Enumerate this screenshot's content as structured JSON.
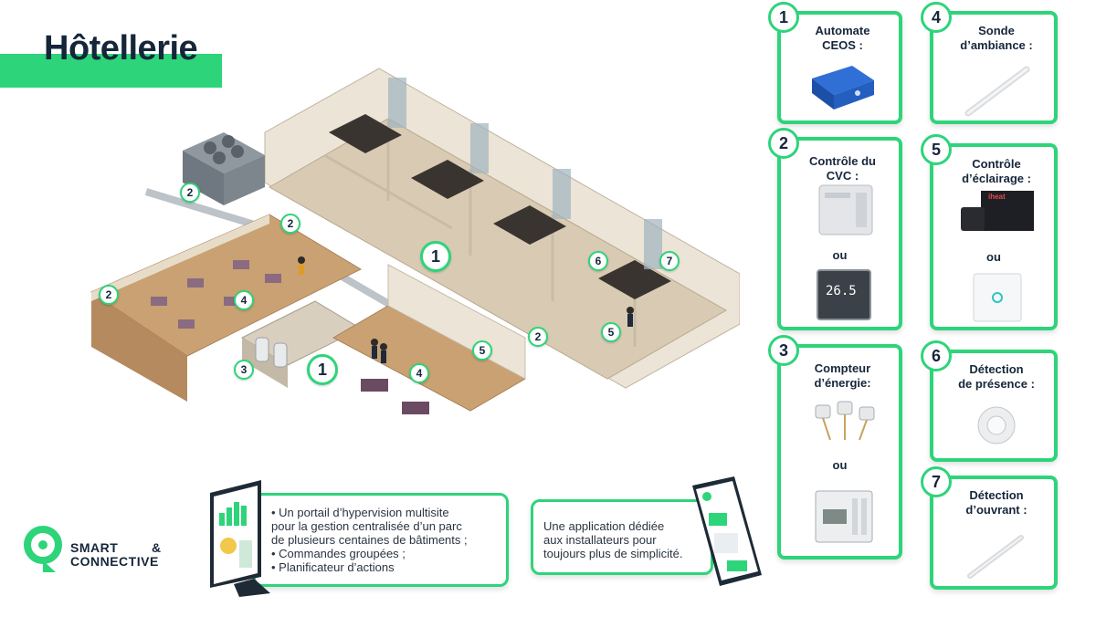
{
  "title": "Hôtellerie",
  "colors": {
    "accent": "#2ed47a",
    "dark": "#16263a",
    "floor": "#c9a172",
    "wall": "#ece4d6"
  },
  "scene_markers": [
    "2",
    "2",
    "2",
    "4",
    "3",
    "1",
    "4",
    "5",
    "1",
    "2",
    "6",
    "7",
    "5"
  ],
  "cards": [
    {
      "num": "1",
      "title_l1": "Automate",
      "title_l2": "CEOS :",
      "icon": "controller-box-icon"
    },
    {
      "num": "2",
      "title_l1": "Contrôle du",
      "title_l2": "CVC :",
      "or": "ou",
      "icon": "hvac-module-icon",
      "icon2": "thermostat-icon",
      "thermostat_display": "26.5"
    },
    {
      "num": "3",
      "title_l1": "Compteur",
      "title_l2": "d’énergie:",
      "or": "ou",
      "icon": "current-clamp-icon",
      "icon2": "din-meter-icon"
    },
    {
      "num": "4",
      "title_l1": "Sonde",
      "title_l2": "d’ambiance :",
      "icon": "ambient-probe-icon"
    },
    {
      "num": "5",
      "title_l1": "Contrôle",
      "title_l2": "d’éclairage :",
      "or": "ou",
      "icon": "lighting-module-icon",
      "icon2": "touch-switch-icon",
      "brand": "iheat"
    },
    {
      "num": "6",
      "title_l1": "Détection",
      "title_l2": "de présence :",
      "icon": "presence-sensor-icon"
    },
    {
      "num": "7",
      "title_l1": "Détection",
      "title_l2": "d’ouvrant :",
      "icon": "opening-sensor-icon"
    }
  ],
  "portal": {
    "lines": [
      "• Un portail d’hypervision multisite",
      "pour la gestion centralisée d’un parc",
      "de plusieurs centaines de bâtiments ;",
      "• Commandes groupées ;",
      "• Planificateur d’actions"
    ]
  },
  "app": {
    "lines": [
      "Une application dédiée",
      "aux installateurs pour",
      "toujours plus de simplicité."
    ]
  },
  "logo": {
    "line1": "SMART",
    "amp": "&",
    "line2": "CONNECTIVE"
  }
}
